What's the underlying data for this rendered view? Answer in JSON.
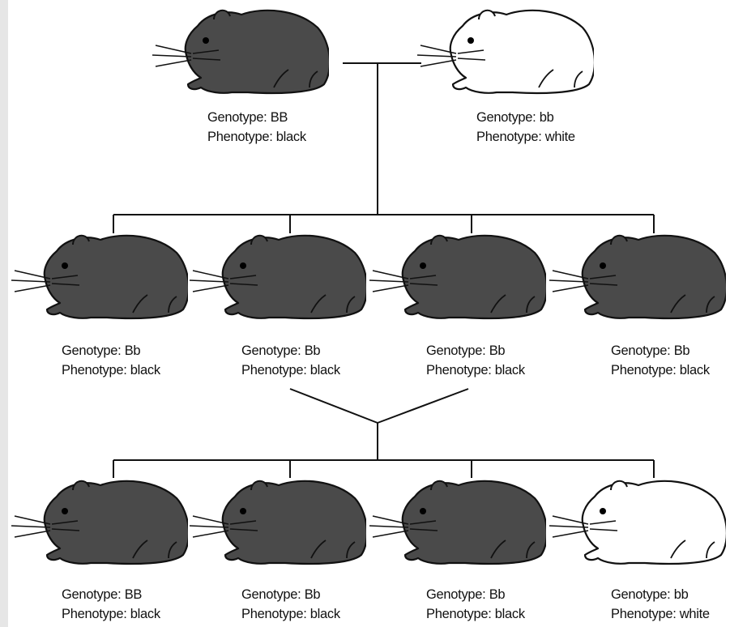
{
  "diagram": {
    "parents": [
      {
        "genotype": "Genotype: BB",
        "phenotype": "Phenotype: black",
        "coat": "black"
      },
      {
        "genotype": "Genotype: bb",
        "phenotype": "Phenotype: white",
        "coat": "white"
      }
    ],
    "f1": [
      {
        "genotype": "Genotype: Bb",
        "phenotype": "Phenotype: black",
        "coat": "black"
      },
      {
        "genotype": "Genotype: Bb",
        "phenotype": "Phenotype: black",
        "coat": "black"
      },
      {
        "genotype": "Genotype: Bb",
        "phenotype": "Phenotype: black",
        "coat": "black"
      },
      {
        "genotype": "Genotype: Bb",
        "phenotype": "Phenotype: black",
        "coat": "black"
      }
    ],
    "f2": [
      {
        "genotype": "Genotype: BB",
        "phenotype": "Phenotype: black",
        "coat": "black"
      },
      {
        "genotype": "Genotype: Bb",
        "phenotype": "Phenotype: black",
        "coat": "black"
      },
      {
        "genotype": "Genotype: Bb",
        "phenotype": "Phenotype: black",
        "coat": "black"
      },
      {
        "genotype": "Genotype: bb",
        "phenotype": "Phenotype: white",
        "coat": "white"
      }
    ]
  },
  "colors": {
    "black_coat": "#4a4a4a",
    "white_coat": "#ffffff",
    "outline": "#111111",
    "background": "#e6e6e6",
    "panel": "#ffffff"
  }
}
